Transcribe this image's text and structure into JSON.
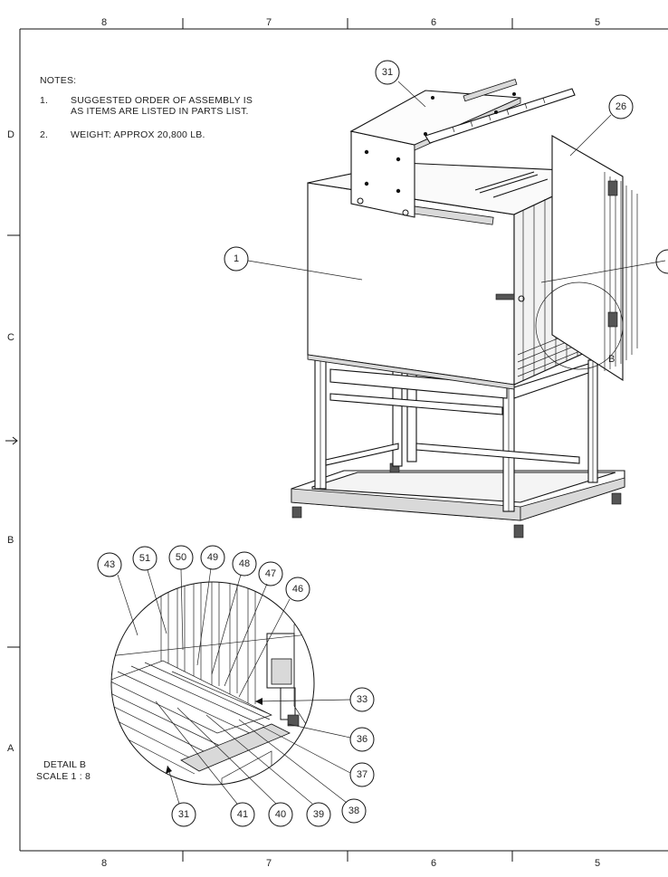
{
  "zones_top": [
    "8",
    "7",
    "6",
    "5"
  ],
  "zones_bottom": [
    "8",
    "7",
    "6",
    "5"
  ],
  "zones_side": [
    "D",
    "C",
    "B",
    "A"
  ],
  "notes": {
    "heading": "NOTES:",
    "items": [
      {
        "num": "1.",
        "lines": [
          "SUGGESTED ORDER OF ASSEMBLY IS",
          "AS ITEMS ARE LISTED IN PARTS LIST."
        ]
      },
      {
        "num": "2.",
        "lines": [
          "WEIGHT:  APPROX 20,800 LB."
        ]
      }
    ]
  },
  "detail": {
    "title": "DETAIL B",
    "scale": "SCALE 1 : 8",
    "callout_letter": "B"
  },
  "main_balloons": [
    "31",
    "26",
    "1"
  ],
  "detail_balloons": [
    "43",
    "51",
    "50",
    "49",
    "48",
    "47",
    "46",
    "33",
    "36",
    "37",
    "38",
    "39",
    "40",
    "41",
    "31"
  ]
}
